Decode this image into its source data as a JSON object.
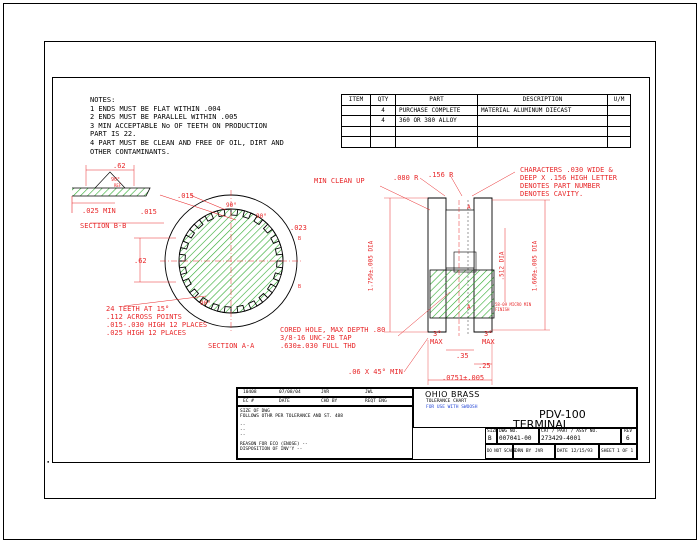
{
  "notes": {
    "title": "NOTES:",
    "lines": [
      "1 ENDS MUST BE FLAT WITHIN .004",
      "2 ENDS MUST BE PARALLEL WITHIN .005",
      "3 MIN ACCEPTABLE No OF TEETH ON PRODUCTION",
      "   PART IS 22.",
      "4 PART MUST BE CLEAN AND FREE OF OIL, DIRT AND",
      "   OTHER CONTAMINANTS."
    ]
  },
  "bom": {
    "headers": [
      "ITEM",
      "QTY",
      "PART",
      "DESCRIPTION",
      "U/M"
    ],
    "rows": [
      [
        "",
        "4",
        "PURCHASE COMPLETE",
        "MATERIAL ALUMINUM DIECAST",
        ""
      ],
      [
        "",
        "4",
        "360 OR 380 ALLOY",
        "",
        ""
      ],
      [
        "",
        "",
        "",
        "",
        ""
      ],
      [
        "",
        "",
        "",
        "",
        ""
      ]
    ]
  },
  "section_b": {
    "dim_62": ".62",
    "angle_90": "90°",
    "ref": "REF",
    "dim_025_min": ".025 MIN",
    "label": "SECTION B-B"
  },
  "section_a": {
    "dim_015_top": ".015",
    "dim_015_left": ".015",
    "angle_90_top": "90°",
    "angle_90_right": "90°",
    "dim_023": ".023",
    "dim_62": ".62",
    "angle_90_bottom": "90°",
    "marker_b_top": "B",
    "marker_b_bottom": "B",
    "teeth_notes": [
      "24 TEETH AT 15°",
      ".112 ACROSS POINTS",
      ".015-.030 HIGH 12 PLACES",
      ".025 HIGH 12 PLACES"
    ],
    "label": "SECTION A-A"
  },
  "side_view": {
    "min_clean_up": "MIN CLEAN UP",
    "dim_080r": ".080 R",
    "dim_156r": ".156 R",
    "characters_note": [
      "CHARACTERS .030 WIDE &",
      "DEEP X .156 HIGH LETTER",
      "DENOTES PART NUMBER",
      "DENOTES CAVITY."
    ],
    "dia_1750": "1.750±.005 DIA",
    "dia_512": ".512 DIA",
    "dia_1660": "1.660±.005 DIA",
    "thread_note": "58-09 MICRO MIN FINISH",
    "cored_hole": [
      "CORED HOLE, MAX DEPTH .80",
      "3/8-16 UNC-2B TAP",
      ".630±.030 FULL THD"
    ],
    "max_left": "3°",
    "max_left_label": "MAX",
    "max_right": "3°",
    "max_right_label": "MAX",
    "dim_35": ".35",
    "dim_25": ".25",
    "dim_0751": ".0751±.005",
    "chamfer": ".06 X 45° MIN",
    "marker_a_top": "A",
    "marker_a_bottom": "A"
  },
  "title_block": {
    "rev_row": [
      "10408",
      "07/08/04",
      "JVR",
      "JWL"
    ],
    "rev_headers": [
      "EC #",
      "DATE",
      "CHD BY",
      "REQT ENG"
    ],
    "left_lines": [
      "SIZE OF DWG",
      "FOLLOWS OTHR PER TOLERANCE AND ST. 488",
      "--",
      "--",
      "--",
      "REASON FOR ECO (ENOSE) --",
      "DISPOSITION OF INV'Y --"
    ],
    "company": "OHIO BRASS",
    "tolerance_chart": "TOLERANCE CHART",
    "blue_note": "FOR USE WITH SWOOSH",
    "part_name_1": "PDV-100",
    "part_name_2": "TERMINAL",
    "size_label": "SIZE",
    "size_value": "B",
    "dwg_no_label": "DWG NO.",
    "dwg_no_value": "007041-00",
    "cat_label": "CAT / PART / ASSY NO.",
    "cat_value": "273429-4001",
    "rev_label": "REV",
    "rev_value": "6",
    "drn_label": "DRN BY",
    "drn_value": "JVR",
    "date_label": "DATE",
    "date_value": "12/15/93",
    "sheet_label": "SHEET",
    "sheet_value": "1 OF 1",
    "no_scale": "DO NOT SCALE"
  },
  "colors": {
    "dimension": "#e8282a",
    "hatch": "#2faa2f",
    "line": "#000000",
    "blue": "#2a4bd8"
  }
}
